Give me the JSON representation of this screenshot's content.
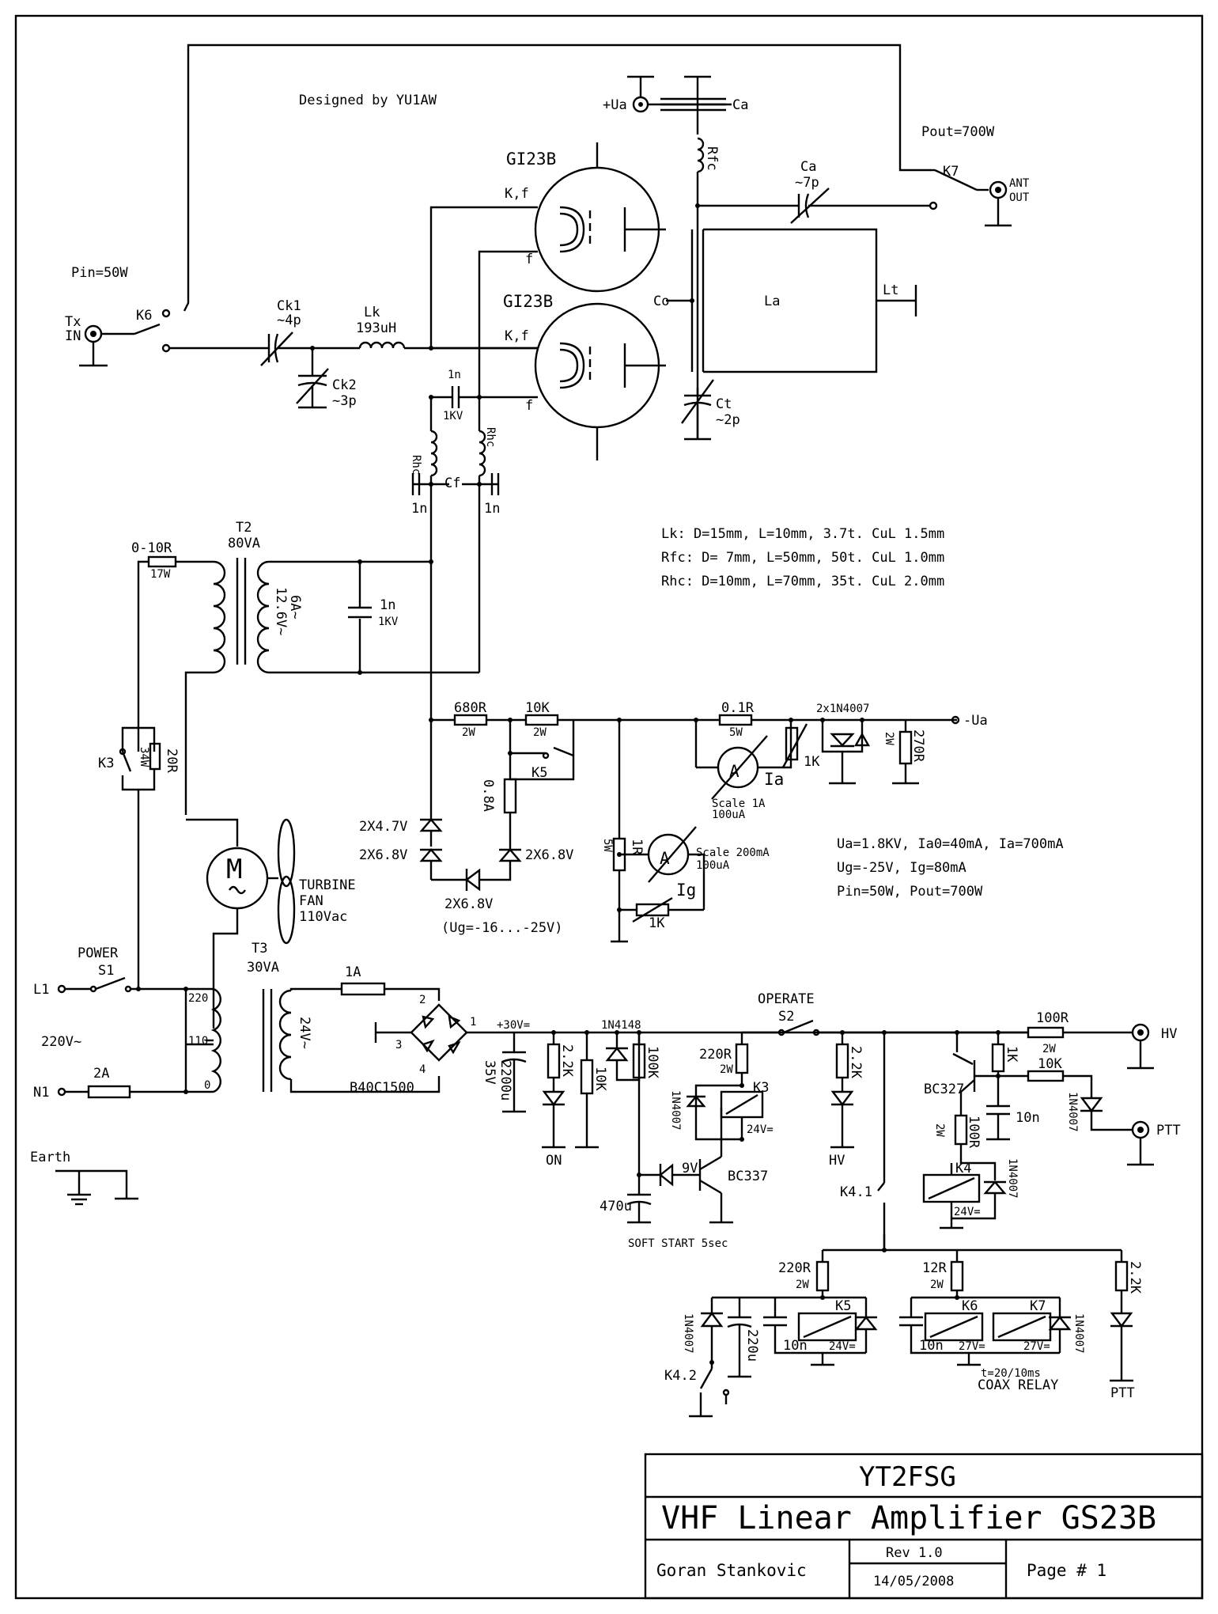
{
  "header": {
    "designer": "Designed by YU1AW"
  },
  "rf": {
    "pin": "Pin=50W",
    "tx_in": [
      "Tx",
      "IN"
    ],
    "k6": "K6",
    "ck1": [
      "Ck1",
      "~4p"
    ],
    "ck2": [
      "Ck2",
      "~3p"
    ],
    "lk": [
      "Lk",
      "193uH"
    ],
    "tube1": "GI23B",
    "tube2": "GI23B",
    "kf": "K,f",
    "f": "f",
    "c1n": "1n",
    "c1kv": "1KV",
    "rhc": "Rhc",
    "cf": "Cf",
    "plus_ua": "+Ua",
    "ca_top": "Ca",
    "rfc": "Rfc",
    "ca_out": [
      "Ca",
      "~7p"
    ],
    "pout": "Pout=700W",
    "k7": "K7",
    "ant_out": [
      "ANT",
      "OUT"
    ],
    "co": "Co",
    "la": "La",
    "lt": "Lt",
    "ct": [
      "Ct",
      "~2p"
    ]
  },
  "coil_notes": [
    "Lk:  D=15mm, L=10mm, 3.7t. CuL 1.5mm",
    "Rfc: D= 7mm, L=50mm, 50t. CuL 1.0mm",
    "Rhc: D=10mm, L=70mm, 35t. CuL 2.0mm"
  ],
  "specs": [
    "Ua=1.8KV, Ia0=40mA, Ia=700mA",
    "Ug=-25V, Ig=80mA",
    "Pin=50W, Pout=700W"
  ],
  "heater": {
    "r": [
      "0-10R",
      "17W"
    ],
    "t2": [
      "T2",
      "80VA"
    ],
    "sec": [
      "6A~",
      "12.6V~"
    ],
    "cap": [
      "1n",
      "1KV"
    ],
    "r20": [
      "20R",
      "34W"
    ],
    "k3": "K3"
  },
  "bias": {
    "r680": [
      "680R",
      "2W"
    ],
    "r10k": [
      "10K",
      "2W"
    ],
    "k5": "K5",
    "fuse": "0.8A",
    "z47": "2X4.7V",
    "z68a": "2X6.8V",
    "z68b": "2X6.8V",
    "z68c": "2X6.8V",
    "ug": "(Ug=-16...-25V)",
    "r1r": [
      "1R",
      "5W"
    ],
    "ig_meter": [
      "Scale 200mA",
      "100uA"
    ],
    "ig": "Ig",
    "pot": "1K",
    "meter": "A"
  },
  "anode": {
    "r01": [
      "0.1R",
      "5W"
    ],
    "diodes": "2x1N4007",
    "ua": "-Ua",
    "r270": [
      "270R",
      "2W"
    ],
    "pot": "1K",
    "ia_meter": [
      "Scale 1A",
      "100uA"
    ],
    "ia": "Ia"
  },
  "fan": {
    "m": "M",
    "label": [
      "TURBINE",
      "FAN",
      "110Vac"
    ]
  },
  "power": {
    "power": [
      "POWER",
      "S1"
    ],
    "l1": "L1",
    "n1": "N1",
    "v220": "220V~",
    "fuse2a": "2A",
    "earth": "Earth",
    "t3": [
      "T3",
      "30VA"
    ],
    "taps": [
      "220",
      "110",
      "0"
    ],
    "fuse1a": "1A",
    "v24": "24V~",
    "bridge": "B40C1500",
    "pins": [
      "1",
      "2",
      "3",
      "4"
    ],
    "plus30": "+30V=",
    "c2200": [
      "2200u",
      "35V"
    ],
    "r22k_on": "2.2K",
    "on": "ON",
    "r10k": "10K",
    "d4148": "1N4148",
    "r100k": "100K"
  },
  "control": {
    "operate": [
      "OPERATE",
      "S2"
    ],
    "r220k3": [
      "220R",
      "2W"
    ],
    "k3": "K3",
    "d4007": "1N4007",
    "k3v": "24V=",
    "z9v": "9V",
    "bc337": "BC337",
    "c470": "470u",
    "soft": "SOFT START 5sec",
    "r22k_hv": "2.2K",
    "hv_led": "HV",
    "k41": "K4.1",
    "r100": [
      "100R",
      "2W"
    ],
    "hv": "HV",
    "bc327": "BC327",
    "r1k": "1K",
    "r10k": "10K",
    "c10n": "10n",
    "d4007b": "1N4007",
    "ptt": "PTT",
    "r100k4": [
      "100R",
      "2W"
    ],
    "k4": "K4",
    "k4v": "24V=",
    "d4007c": "1N4007"
  },
  "relays": {
    "r220": [
      "220R",
      "2W"
    ],
    "r12": [
      "12R",
      "2W"
    ],
    "r22k": "2.2K",
    "d4007": "1N4007",
    "c220": "220u",
    "c10n": "10n",
    "k5": "K5",
    "k5v": "24V=",
    "k6": "K6",
    "k7": "K7",
    "k6v": "27V=",
    "k7v": "27V=",
    "t": "t=20/10ms",
    "coax": "COAX RELAY",
    "ptt": "PTT",
    "k42": "K4.2"
  },
  "title_block": {
    "call": "YT2FSG",
    "title": "VHF Linear Amplifier GS23B",
    "author": "Goran Stankovic",
    "rev": "Rev 1.0",
    "date": "14/05/2008",
    "page": "Page # 1"
  }
}
